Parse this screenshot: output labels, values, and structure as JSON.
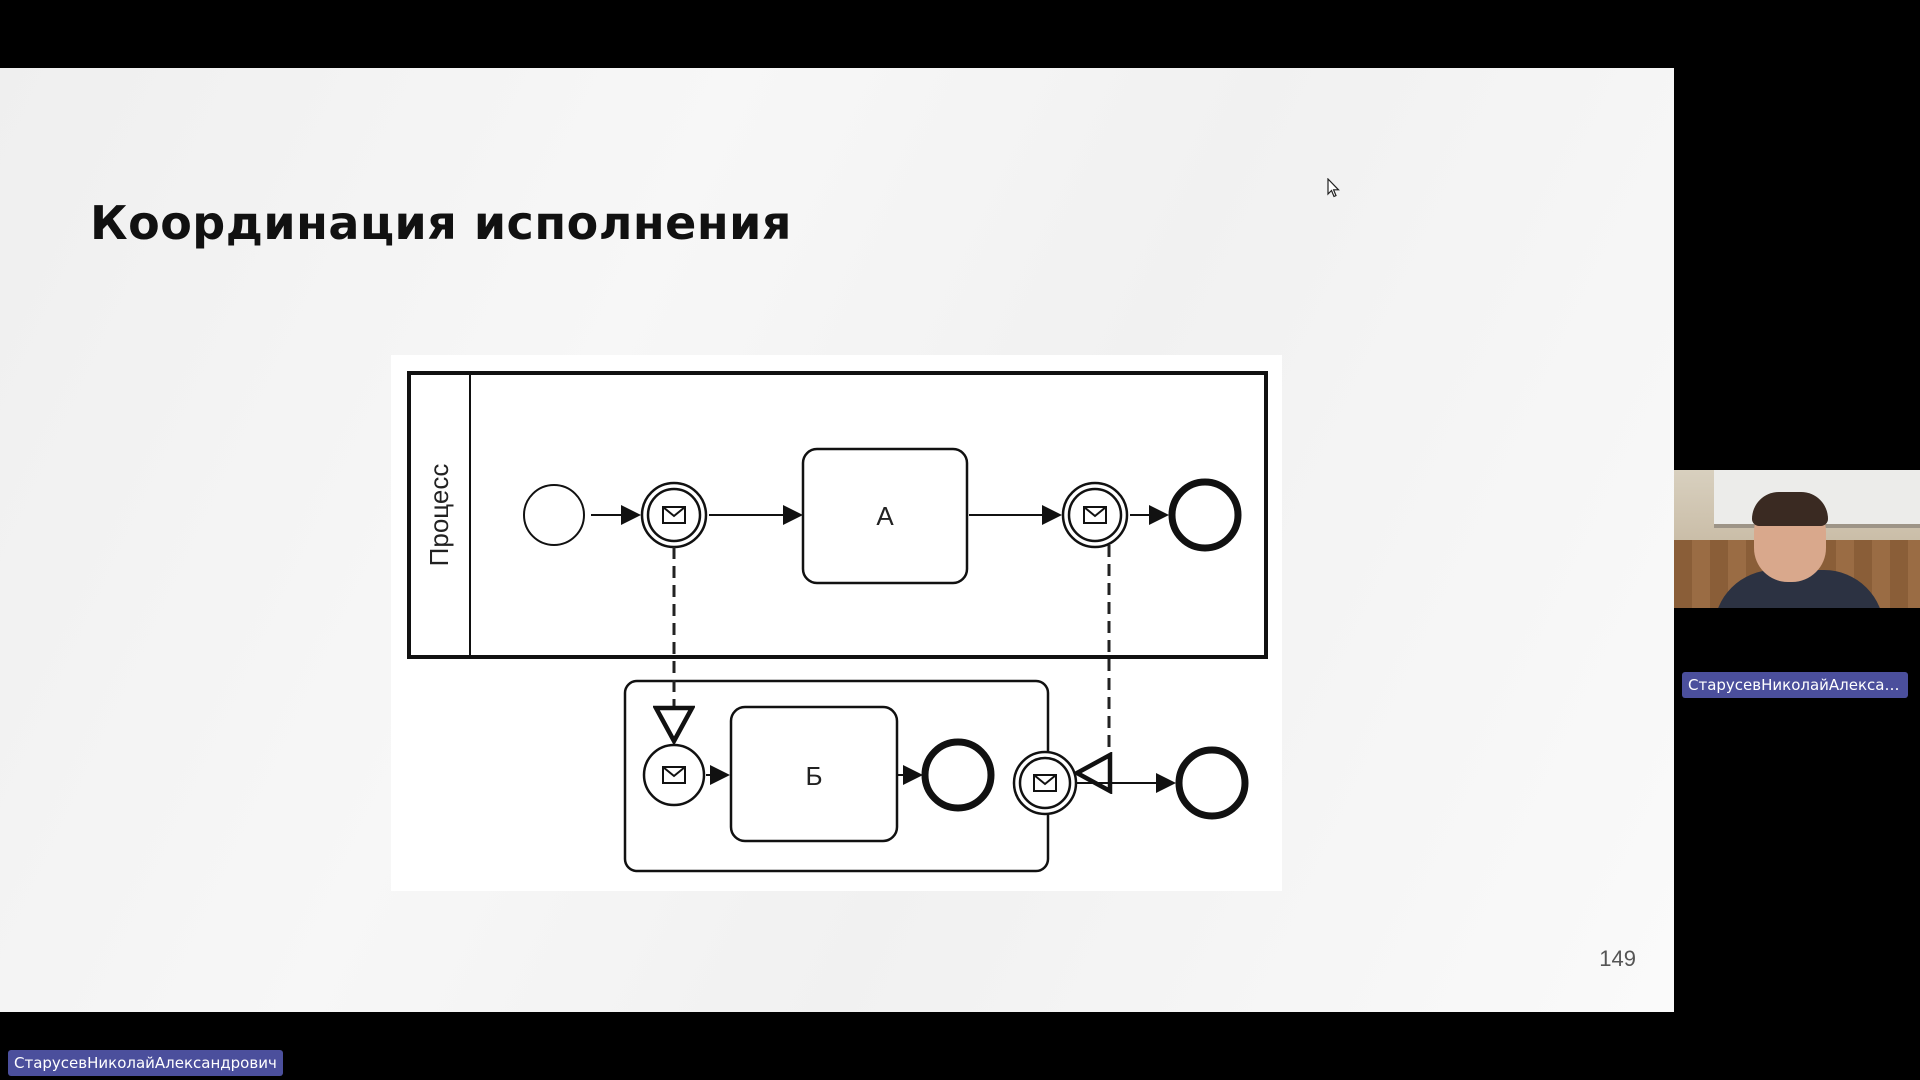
{
  "slide": {
    "title": "Координация исполнения",
    "page_number": "149"
  },
  "diagram": {
    "pool_label": "Процесс",
    "task_a": "А",
    "task_b": "Б"
  },
  "participants": {
    "webcam_name": "СтарусевНиколайАлексан...",
    "presenter_name": "СтарусевНиколайАлександрович"
  }
}
